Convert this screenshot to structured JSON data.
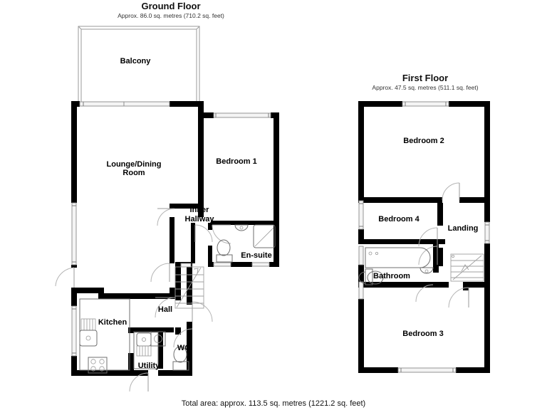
{
  "document": {
    "type": "floor-plan",
    "total_area_note": "Total area: approx. 113.5 sq. metres (1221.2 sq. feet)"
  },
  "floors": [
    {
      "id": "ground",
      "title": "Ground Floor",
      "subtitle": "Approx. 86.0 sq. metres (710.2 sq. feet)",
      "rooms": [
        {
          "name": "Balcony",
          "label": "Balcony"
        },
        {
          "name": "Lounge/Dining Room",
          "label_line1": "Lounge/Dining",
          "label_line2": "Room"
        },
        {
          "name": "Bedroom 1",
          "label": "Bedroom 1"
        },
        {
          "name": "Inner Hallway",
          "label_line1": "Inner",
          "label_line2": "Hallway"
        },
        {
          "name": "En-suite",
          "label": "En-suite"
        },
        {
          "name": "Kitchen",
          "label": "Kitchen"
        },
        {
          "name": "Hall",
          "label": "Hall"
        },
        {
          "name": "Utility",
          "label": "Utility"
        },
        {
          "name": "WC",
          "label": "WC"
        }
      ]
    },
    {
      "id": "first",
      "title": "First Floor",
      "subtitle": "Approx. 47.5 sq. metres (511.1 sq. feet)",
      "rooms": [
        {
          "name": "Bedroom 2",
          "label": "Bedroom 2"
        },
        {
          "name": "Bedroom 4",
          "label": "Bedroom 4"
        },
        {
          "name": "Landing",
          "label": "Landing"
        },
        {
          "name": "Bathroom",
          "label": "Bathroom"
        },
        {
          "name": "Bedroom 3",
          "label": "Bedroom 3"
        }
      ]
    }
  ],
  "labels": {
    "ground_title": "Ground Floor",
    "ground_subtitle": "Approx. 86.0 sq. metres (710.2 sq. feet)",
    "first_title": "First Floor",
    "first_subtitle": "Approx. 47.5 sq. metres (511.1 sq. feet)",
    "balcony": "Balcony",
    "lounge_line1": "Lounge/Dining",
    "lounge_line2": "Room",
    "bedroom1": "Bedroom 1",
    "inner_line1": "Inner",
    "inner_line2": "Hallway",
    "ensuite": "En-suite",
    "kitchen": "Kitchen",
    "hall": "Hall",
    "utility": "Utility",
    "wc": "WC",
    "bedroom2": "Bedroom 2",
    "bedroom4": "Bedroom 4",
    "landing": "Landing",
    "bathroom": "Bathroom",
    "bedroom3": "Bedroom 3",
    "total_area": "Total area: approx. 113.5 sq. metres (1221.2 sq. feet)"
  },
  "colors": {
    "wall": "#000000",
    "background": "#ffffff",
    "thin_line": "#9a9a9a",
    "text": "#000000"
  }
}
